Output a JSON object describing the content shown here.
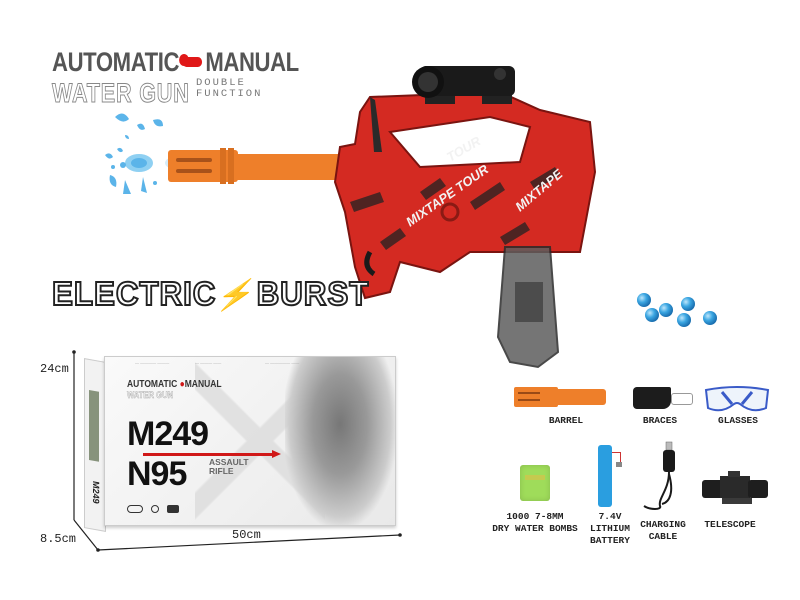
{
  "header": {
    "line1_left": "AUTOMATIC",
    "line1_right": "MANUAL",
    "line2": "WATER GUN",
    "line2_sub_top": "DOUBLE",
    "line2_sub_bottom": "FUNCTION",
    "switch_icon": "toggle-switch-icon",
    "accent_color": "#e01818"
  },
  "tagline": {
    "left": "ELECTRIC",
    "right": "BURST",
    "bolt_icon": "lightning-bolt-icon"
  },
  "product": {
    "name": "water-gel-blaster-rifle",
    "body_color": "#d42a22",
    "barrel_color": "#ee7f2a",
    "graffiti_text": "MIXTAPE TOUR",
    "projectile_color": "#2aa0e0"
  },
  "box": {
    "brand_line1": "AUTOMATIC",
    "brand_line1_right": "MANUAL",
    "brand_line2": "WATER GUN",
    "model_line1": "M249",
    "model_line2": "N95",
    "subtitle_line1": "ASSAULT",
    "subtitle_line2": "RIFLE",
    "side_text": "M249",
    "dimensions": {
      "height": "24cm",
      "depth": "8.5cm",
      "width": "50cm"
    }
  },
  "accessories": [
    {
      "id": "barrel",
      "label_lines": [
        "BARREL"
      ],
      "icon": "barrel-icon"
    },
    {
      "id": "braces",
      "label_lines": [
        "BRACES"
      ],
      "icon": "strap-icon"
    },
    {
      "id": "glasses",
      "label_lines": [
        "GLASSES"
      ],
      "icon": "safety-glasses-icon"
    },
    {
      "id": "water-bombs",
      "label_lines": [
        "1000 7-8MM",
        "DRY WATER BOMBS"
      ],
      "icon": "gel-beads-pack-icon"
    },
    {
      "id": "battery",
      "label_lines": [
        "7.4V",
        "LITHIUM",
        "BATTERY"
      ],
      "icon": "battery-icon"
    },
    {
      "id": "cable",
      "label_lines": [
        "CHARGING",
        "CABLE"
      ],
      "icon": "usb-cable-icon"
    },
    {
      "id": "telescope",
      "label_lines": [
        "TELESCOPE"
      ],
      "icon": "scope-icon"
    }
  ]
}
